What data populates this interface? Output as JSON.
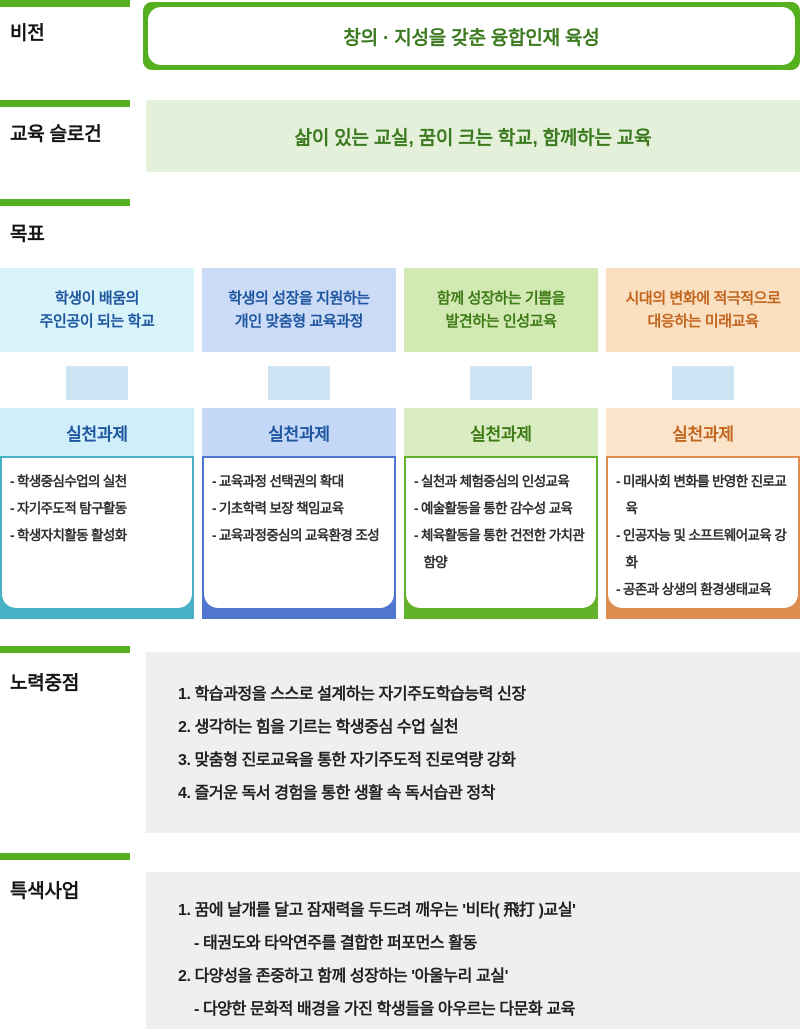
{
  "palette": {
    "rail_green": "#54b01e",
    "dark_green_text": "#3b7a1f",
    "slogan_bg": "#e5f0da",
    "connector_blue": "#cce4f3",
    "gray_box_bg": "#efefef",
    "col1": {
      "goal_bg": "#d8f3fa",
      "header_bg": "#cfeef9",
      "accent": "#47b2c6",
      "title_color": "#1e56a0"
    },
    "col2": {
      "goal_bg": "#ccdcf7",
      "header_bg": "#c5d8f7",
      "accent": "#5076cf",
      "title_color": "#1e56a0"
    },
    "col3": {
      "goal_bg": "#d3e9b3",
      "header_bg": "#d9ecc2",
      "accent": "#63b22b",
      "title_color": "#3e7b16"
    },
    "col4": {
      "goal_bg": "#fbdfc1",
      "header_bg": "#fce4ca",
      "accent": "#de8e51",
      "title_color": "#c2661f"
    }
  },
  "vision": {
    "label": "비전",
    "text": "창의 · 지성을 갖춘 융합인재 육성"
  },
  "slogan": {
    "label": "교육 슬로건",
    "text": "삶이 있는 교실, 꿈이 크는 학교, 함께하는 교육"
  },
  "goals": {
    "label": "목표",
    "columns": [
      {
        "title": "학생이 배움의\n주인공이 되는 학교",
        "task_header": "실천과제",
        "tasks": [
          "- 학생중심수업의 실천",
          "- 자기주도적 탐구활동",
          "- 학생자치활동 활성화"
        ]
      },
      {
        "title": "학생의 성장을 지원하는\n개인 맞춤형 교육과정",
        "task_header": "실천과제",
        "tasks": [
          "- 교육과정 선택권의 확대",
          "- 기초학력 보장 책임교육",
          "- 교육과정중심의 교육환경 조성"
        ]
      },
      {
        "title": "함께 성장하는 기쁨을\n발견하는 인성교육",
        "task_header": "실천과제",
        "tasks": [
          "- 실천과 체험중심의 인성교육",
          "- 예술활동을 통한 감수성 교육",
          "- 체육활동을 통한 건전한 가치관 함양"
        ]
      },
      {
        "title": "시대의 변화에 적극적으로\n대응하는 미래교육",
        "task_header": "실천과제",
        "tasks": [
          "- 미래사회 변화를 반영한 진로교육",
          "- 인공자능 및 소프트웨어교육 강화",
          "- 공존과 상생의 환경생태교육"
        ]
      }
    ]
  },
  "efforts": {
    "label": "노력중점",
    "items": [
      "1. 학습과정을 스스로 설계하는 자기주도학습능력 신장",
      "2. 생각하는 힘을 기르는 학생중심 수업 실천",
      "3. 맞춤형 진로교육을 통한 자기주도적 진로역량 강화",
      "4. 즐거운 독서 경험을 통한 생활 속 독서습관 정착"
    ]
  },
  "special": {
    "label": "특색사업",
    "items": [
      "1. 꿈에 날개를 달고 잠재력을 두드려 깨우는 '비타( 飛打 )교실'",
      "- 태권도와 타악연주를 결합한 퍼포먼스 활동",
      "2. 다양성을 존중하고 함께 성장하는 '아울누리 교실'",
      "- 다양한 문화적 배경을 가진 학생들을 아우르는 다문화 교육"
    ]
  }
}
